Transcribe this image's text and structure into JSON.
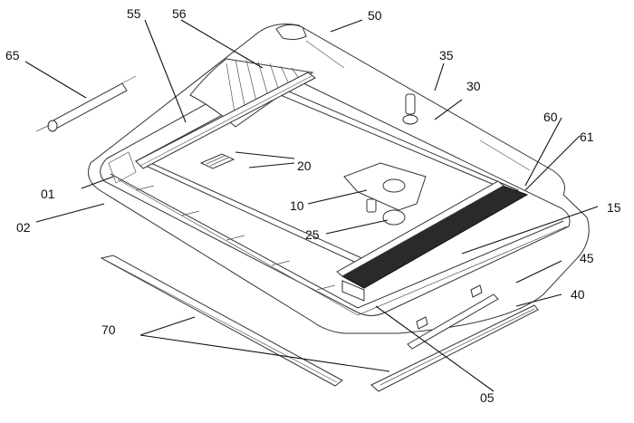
{
  "labels": {
    "p01": "01",
    "p02": "02",
    "p05": "05",
    "p10": "10",
    "p15": "15",
    "p20": "20",
    "p25": "25",
    "p30": "30",
    "p35": "35",
    "p40": "40",
    "p45": "45",
    "p50": "50",
    "p55": "55",
    "p56": "56",
    "p60": "60",
    "p61": "61",
    "p65": "65",
    "p70": "70"
  },
  "colors": {
    "line": "#333333",
    "text": "#111111",
    "dark_fill": "#2a2a2a"
  }
}
